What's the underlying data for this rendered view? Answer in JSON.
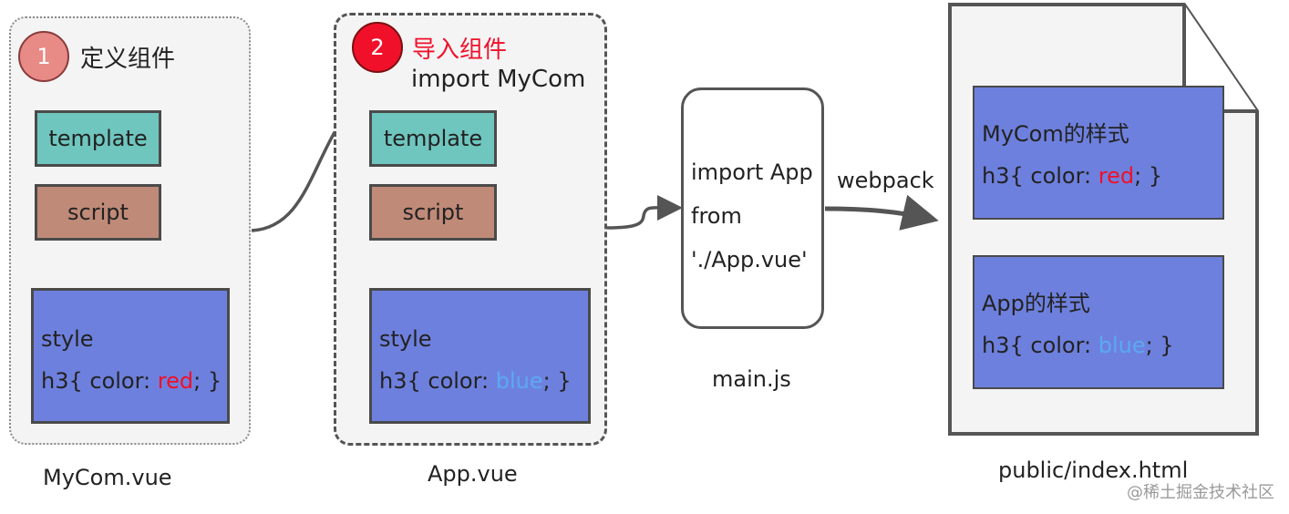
{
  "panel1": {
    "badge": "1",
    "title": "定义组件",
    "template_label": "template",
    "script_label": "script",
    "style_label": "style",
    "style_code_prefix": "h3{ color: ",
    "style_color_value": "red",
    "style_code_suffix": "; }",
    "caption": "MyCom.vue"
  },
  "panel2": {
    "badge": "2",
    "title": "导入组件",
    "import_line": "import MyCom",
    "template_label": "template",
    "script_label": "script",
    "style_label": "style",
    "style_code_prefix": "h3{ color: ",
    "style_color_value": "blue",
    "style_code_suffix": "; }",
    "caption": "App.vue"
  },
  "main": {
    "line1": "import App",
    "line2": "from",
    "line3": "'./App.vue'",
    "caption": "main.js"
  },
  "arrow_label": "webpack",
  "output": {
    "box1_title": "MyCom的样式",
    "box1_code_prefix": "h3{ color: ",
    "box1_color_value": "red",
    "box1_code_suffix": "; }",
    "box2_title": "App的样式",
    "box2_code_prefix": "h3{ color: ",
    "box2_color_value": "blue",
    "box2_code_suffix": "; }",
    "caption": "public/index.html"
  },
  "watermark": "@稀土掘金技术社区",
  "colors": {
    "template_fill": "#6fc6bf",
    "script_fill": "#c08a78",
    "style_fill": "#6e80dd",
    "red_text": "#f0102a",
    "blue_text": "#5ba9f0",
    "badge1_fill": "#e88a86",
    "badge2_fill": "#f0102a"
  }
}
